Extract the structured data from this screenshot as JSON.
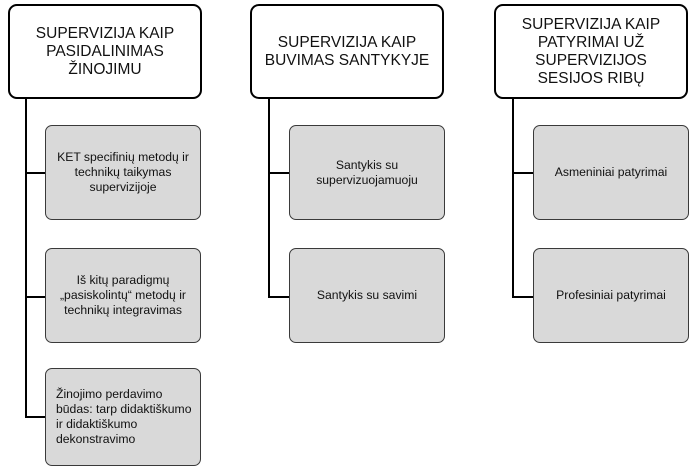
{
  "columns": [
    {
      "header": "SUPERVIZIJA KAIP PASIDALINIMAS ŽINOJIMU",
      "items": [
        "KET specifinių metodų ir technikų taikymas supervizijoje",
        "Iš kitų paradigmų „pasiskolintų“ metodų ir technikų integravimas",
        "Žinojimo perdavimo būdas: tarp didaktiškumo ir didaktiškumo dekonstravimo"
      ]
    },
    {
      "header": "SUPERVIZIJA KAIP BUVIMAS SANTYKYJE",
      "items": [
        "Santykis su supervizuojamuoju",
        "Santykis su savimi"
      ]
    },
    {
      "header": "SUPERVIZIJA KAIP PATYRIMAI UŽ SUPERVIZIJOS SESIJOS RIBŲ",
      "items": [
        "Asmeniniai patyrimai",
        "Profesiniai patyrimai"
      ]
    }
  ],
  "colors": {
    "header_fill": "#ffffff",
    "child_fill": "#d9d9d9",
    "line": "#000000"
  }
}
